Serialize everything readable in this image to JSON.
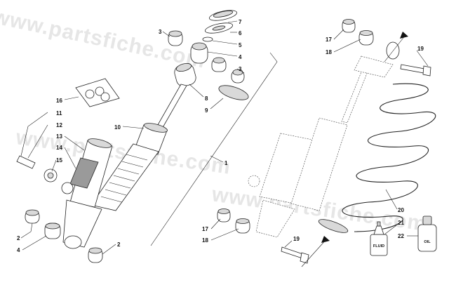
{
  "watermark": {
    "text_top": "www.partsfiche.com",
    "text_mid": "www.partsfiche.com",
    "text_low": "www.partsfiche.com"
  },
  "left_assembly": {
    "callouts": [
      {
        "id": "c7",
        "label": "7"
      },
      {
        "id": "c6",
        "label": "6"
      },
      {
        "id": "c5",
        "label": "5"
      },
      {
        "id": "c4a",
        "label": "4"
      },
      {
        "id": "c3a",
        "label": "3"
      },
      {
        "id": "c3b",
        "label": "3"
      },
      {
        "id": "c8",
        "label": "8"
      },
      {
        "id": "c9",
        "label": "9"
      },
      {
        "id": "c16",
        "label": "16"
      },
      {
        "id": "c10",
        "label": "10"
      },
      {
        "id": "c11",
        "label": "11"
      },
      {
        "id": "c12",
        "label": "12"
      },
      {
        "id": "c13",
        "label": "13"
      },
      {
        "id": "c14",
        "label": "14"
      },
      {
        "id": "c15",
        "label": "15"
      },
      {
        "id": "c1",
        "label": "1"
      },
      {
        "id": "c2a",
        "label": "2"
      },
      {
        "id": "c4b",
        "label": "4"
      },
      {
        "id": "c2b",
        "label": "2"
      }
    ]
  },
  "right_assembly": {
    "callouts": [
      {
        "id": "r17a",
        "label": "17"
      },
      {
        "id": "r18a",
        "label": "18"
      },
      {
        "id": "r19a",
        "label": "19"
      },
      {
        "id": "r20",
        "label": "20"
      },
      {
        "id": "r17b",
        "label": "17"
      },
      {
        "id": "r18b",
        "label": "18"
      },
      {
        "id": "r19b",
        "label": "19"
      },
      {
        "id": "r21",
        "label": "21"
      },
      {
        "id": "r22",
        "label": "22"
      }
    ],
    "fluid_label": "FLUID",
    "oil_label": "OIL"
  }
}
